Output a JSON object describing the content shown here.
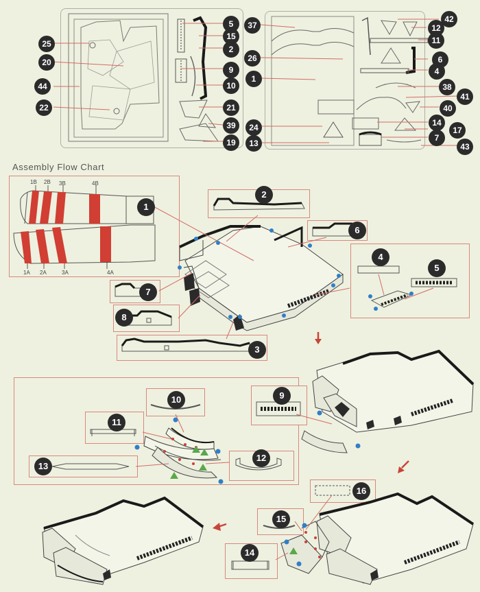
{
  "title": "Assembly Flow Chart",
  "sheet_left_numbers": [
    "25",
    "20",
    "44",
    "22"
  ],
  "sheet_mid_numbers": [
    "5",
    "15",
    "2",
    "9",
    "10",
    "21",
    "39",
    "19"
  ],
  "sheet_right_left_numbers": [
    "37",
    "26",
    "1",
    "24",
    "13"
  ],
  "sheet_right_numbers": [
    "42",
    "12",
    "11",
    "6",
    "4",
    "38",
    "41",
    "40",
    "14",
    "17",
    "7",
    "43"
  ],
  "part_labels_top": [
    "1B",
    "2B",
    "3B",
    "4B"
  ],
  "part_labels_bottom": [
    "1A",
    "2A",
    "3A",
    "4A"
  ],
  "step_numbers": [
    "1",
    "2",
    "6",
    "4",
    "5",
    "7",
    "8",
    "3",
    "9",
    "10",
    "11",
    "12",
    "13",
    "16",
    "15",
    "14"
  ],
  "colors": {
    "accent_red": "#c8443a",
    "dot_blue": "#2f7fc8",
    "tri_green": "#5aa84a",
    "dark": "#2b2b2b"
  }
}
